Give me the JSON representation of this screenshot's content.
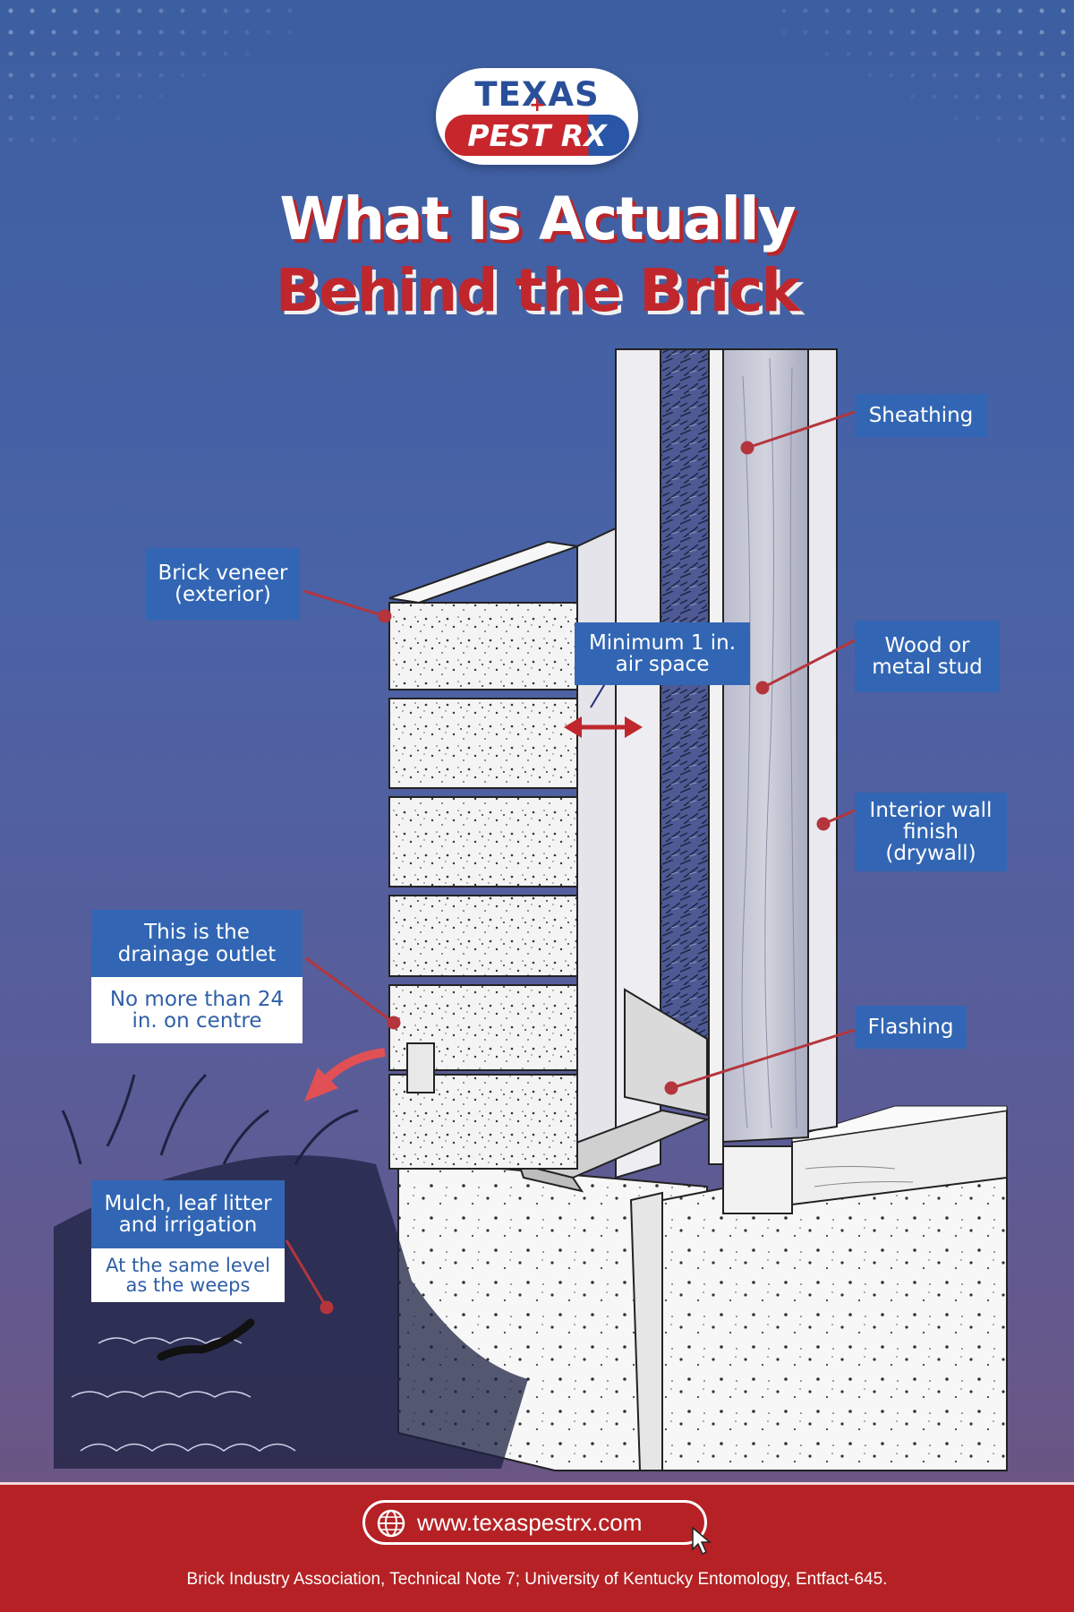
{
  "brand": {
    "logo_line1": "TEXAS",
    "logo_line2": "PEST RX",
    "red": "#c0272d",
    "blue": "#2f5fa8"
  },
  "title": {
    "line1": "What Is Actually",
    "line2": "Behind the Brick"
  },
  "labels": {
    "sheathing": "Sheathing",
    "brick_veneer": "Brick veneer (exterior)",
    "air_space": "Minimum 1 in. air space",
    "stud": "Wood or metal stud",
    "drywall": "Interior wall finish (drywall)",
    "drainage": "This is the drainage outlet",
    "drainage_note": "No more than 24 in. on centre",
    "flashing": "Flashing",
    "mulch": "Mulch, leaf litter and irrigation",
    "mulch_note": "At the same level as the weeps"
  },
  "footer": {
    "url": "www.texaspestrx.com",
    "sources": "Brick Industry Association, Technical Note 7; University of Kentucky Entomology, Entfact-645."
  },
  "icons": [
    "globe-icon",
    "cursor-icon"
  ]
}
